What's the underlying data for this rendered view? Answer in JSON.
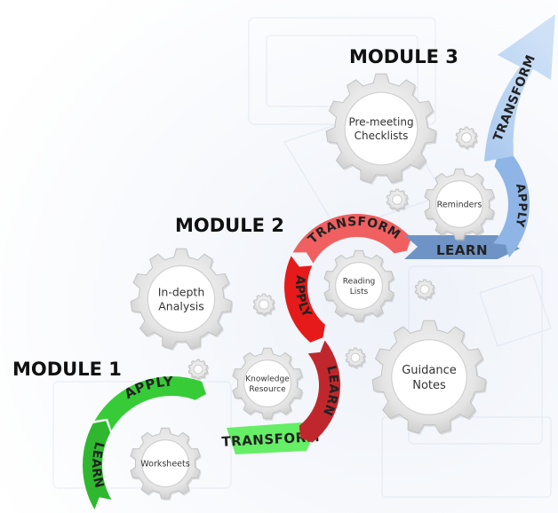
{
  "modules": [
    {
      "title": "MODULE 1",
      "resource": [
        "Worksheets"
      ],
      "stages": [
        "LEARN",
        "APPLY",
        "TRANSFORM"
      ],
      "colors": [
        "#2fb82f",
        "#37cc37",
        "#66ee66"
      ]
    },
    {
      "title": "MODULE 2",
      "resource": [
        "Knowledge",
        "Resource"
      ],
      "stages": [
        "LEARN",
        "APPLY",
        "TRANSFORM"
      ],
      "colors": [
        "#c0272d",
        "#e61a1a",
        "#f06060"
      ]
    },
    {
      "title": "MODULE 3",
      "resource": [
        "Reminders"
      ],
      "stages": [
        "LEARN",
        "APPLY",
        "TRANSFORM"
      ],
      "colors": [
        "#6f93c4",
        "#8fb4e6",
        "#b9d3f1"
      ]
    }
  ],
  "other_gears": [
    {
      "id": "in-depth-analysis",
      "lines": [
        "In-depth",
        "Analysis"
      ]
    },
    {
      "id": "reading-lists",
      "lines": [
        "Reading",
        "Lists"
      ]
    },
    {
      "id": "guidance-notes",
      "lines": [
        "Guidance",
        "Notes"
      ]
    },
    {
      "id": "pre-meeting-checklists",
      "lines": [
        "Pre-meeting",
        "Checklists"
      ]
    }
  ]
}
